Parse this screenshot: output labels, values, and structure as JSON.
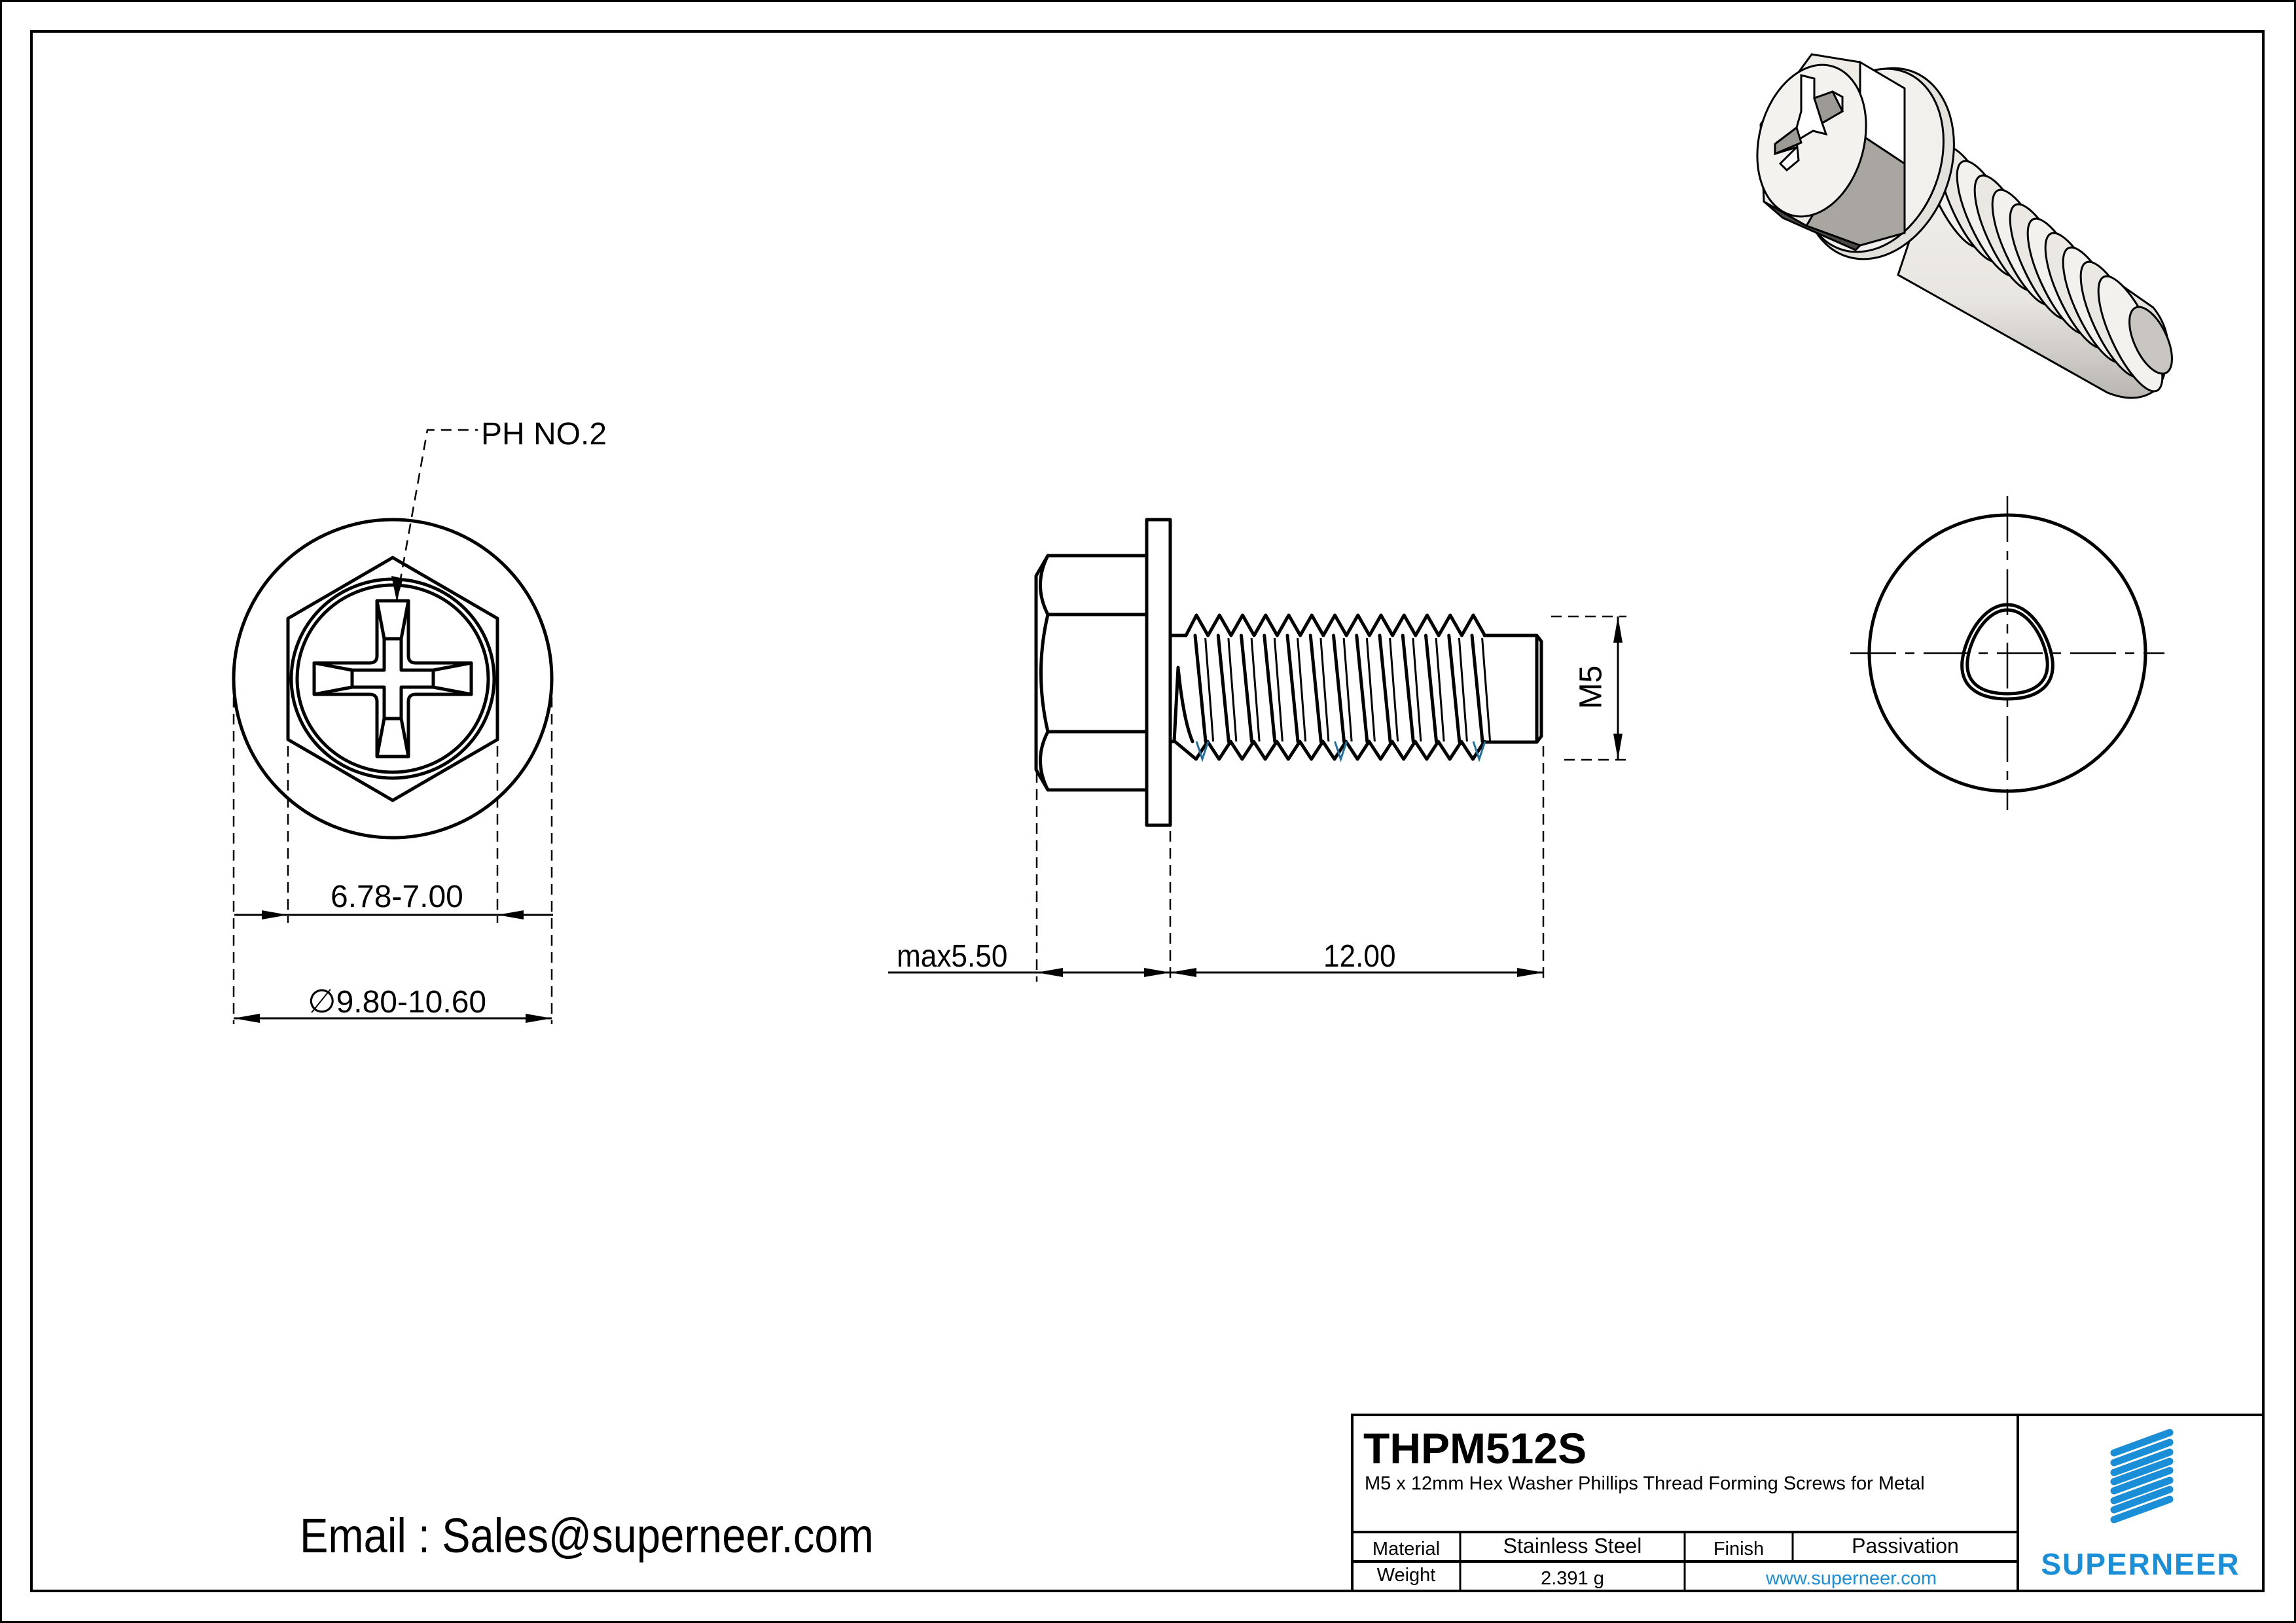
{
  "drawing": {
    "part_number": "THPM512S",
    "description": "M5 x 12mm Hex Washer Phillips Thread Forming Screws for Metal",
    "email_line": "Email : Sales@superneer.com",
    "callouts": {
      "drive": "PH NO.2",
      "hex_across_flats": "6.78-7.00",
      "washer_diameter_symbol": "∅",
      "washer_diameter": "9.80-10.60",
      "head_height": "max5.50",
      "length": "12.00",
      "thread_size": "M5"
    },
    "views": [
      "head-end-view",
      "side-view",
      "tip-end-view",
      "isometric-render"
    ]
  },
  "title_block": {
    "material_label": "Material",
    "material_value": "Stainless Steel",
    "finish_label": "Finish",
    "finish_value": "Passivation",
    "weight_label": "Weight",
    "weight_value": "2.391 g",
    "website": "www.superneer.com"
  },
  "brand": {
    "name": "SUPERNEER",
    "logo_icon": "striped-parallelogram-logo",
    "color": "#1a8fd8"
  },
  "colors": {
    "line": "#000000",
    "thread_highlight": "#1f6fa0",
    "render_light": "#ece9e4",
    "render_mid": "#a9a6a2",
    "render_dark": "#4a4846"
  }
}
